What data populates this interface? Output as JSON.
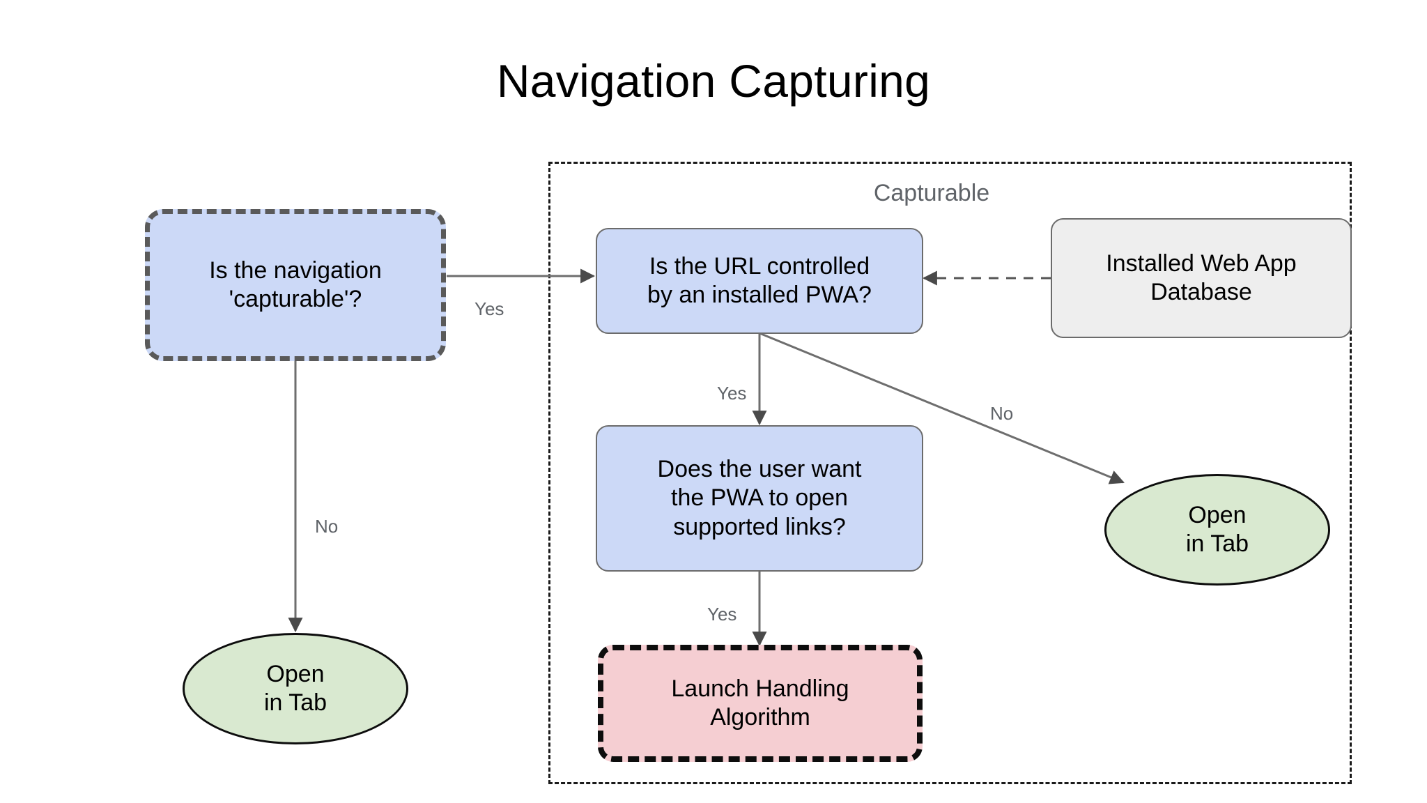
{
  "page": {
    "title": "Navigation Capturing",
    "background_color": "#ffffff"
  },
  "group": {
    "label": "Capturable",
    "label_color": "#5f6368",
    "border_style": "dashed",
    "border_color": "#1a1a1a"
  },
  "nodes": {
    "is_capturable": {
      "label": "Is the navigation\n'capturable'?",
      "shape": "rounded-rect",
      "fill": "#ccd9f7",
      "stroke": "#5a5a5a",
      "stroke_style": "dashed"
    },
    "url_controlled": {
      "label": "Is the URL controlled\nby an installed PWA?",
      "shape": "rounded-rect",
      "fill": "#ccd9f7",
      "stroke": "#6b6b6b",
      "stroke_style": "solid"
    },
    "installed_db": {
      "label": "Installed Web App\nDatabase",
      "shape": "rounded-rect",
      "fill": "#eeeeee",
      "stroke": "#6b6b6b",
      "stroke_style": "solid"
    },
    "user_wants": {
      "label": "Does the user want\nthe PWA to open\nsupported links?",
      "shape": "rounded-rect",
      "fill": "#ccd9f7",
      "stroke": "#6b6b6b",
      "stroke_style": "solid"
    },
    "launch_handling": {
      "label": "Launch Handling\nAlgorithm",
      "shape": "rounded-rect",
      "fill": "#f5ced2",
      "stroke": "#0d0d0d",
      "stroke_style": "dashed"
    },
    "open_in_tab_left": {
      "label": "Open\nin Tab",
      "shape": "ellipse",
      "fill": "#d9e9d0",
      "stroke": "#0d0d0d",
      "stroke_style": "solid"
    },
    "open_in_tab_right": {
      "label": "Open\nin Tab",
      "shape": "ellipse",
      "fill": "#d9e9d0",
      "stroke": "#0d0d0d",
      "stroke_style": "solid"
    }
  },
  "edges": {
    "capturable_yes": {
      "label": "Yes",
      "from": "is_capturable",
      "to": "url_controlled",
      "style": "solid"
    },
    "capturable_no": {
      "label": "No",
      "from": "is_capturable",
      "to": "open_in_tab_left",
      "style": "solid"
    },
    "url_yes": {
      "label": "Yes",
      "from": "url_controlled",
      "to": "user_wants",
      "style": "solid"
    },
    "url_no": {
      "label": "No",
      "from": "url_controlled",
      "to": "open_in_tab_right",
      "style": "solid"
    },
    "user_yes": {
      "label": "Yes",
      "from": "user_wants",
      "to": "launch_handling",
      "style": "solid"
    },
    "db_lookup": {
      "label": "",
      "from": "installed_db",
      "to": "url_controlled",
      "style": "dashed"
    }
  }
}
